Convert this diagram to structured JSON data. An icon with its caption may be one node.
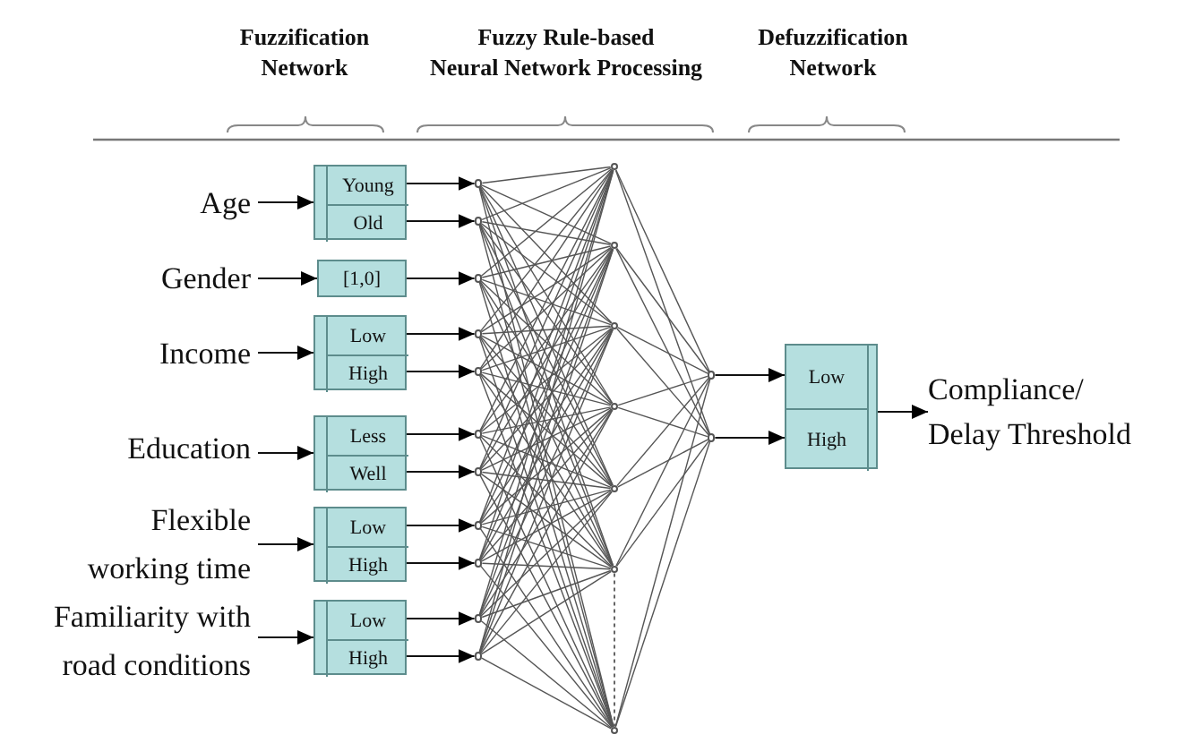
{
  "diagram": {
    "nodes": [
      {
        "text": [
          "Age"
        ]
      },
      {
        "text": [
          "Gender"
        ]
      },
      {
        "text": [
          "Income"
        ]
      },
      {
        "text": [
          "Education"
        ]
      },
      {
        "text": [
          "Flexible working time"
        ]
      },
      {
        "text": [
          "Familiarity with road conditions"
        ]
      },
      {
        "text": [],
        "shape": "box"
      },
      {
        "text": [
          "Young"
        ],
        "in": 6
      },
      {
        "text": [
          "Old"
        ],
        "in": 6
      },
      {
        "text": [
          "[1,0]"
        ]
      },
      {
        "text": [],
        "shape": "box"
      },
      {
        "text": [
          "Low"
        ],
        "in": 10
      },
      {
        "text": [
          "High"
        ],
        "in": 10
      },
      {
        "text": [],
        "shape": "box"
      },
      {
        "text": [
          "Less"
        ],
        "in": 13
      },
      {
        "text": [
          "Well"
        ],
        "in": 13
      },
      {
        "text": [],
        "shape": "box"
      },
      {
        "text": [
          "Low"
        ],
        "in": 16
      },
      {
        "text": [
          "High"
        ],
        "in": 16
      },
      {
        "text": [],
        "shape": "box"
      },
      {
        "text": [
          "Low"
        ],
        "in": 19
      },
      {
        "text": [
          "High"
        ],
        "in": 19
      },
      {
        "text": [],
        "shape": "circle"
      },
      {
        "text": [],
        "shape": "circle"
      },
      {
        "text": [],
        "shape": "circle"
      },
      {
        "text": [],
        "shape": "circle"
      },
      {
        "text": [],
        "shape": "circle"
      },
      {
        "text": [],
        "shape": "circle"
      },
      {
        "text": [],
        "shape": "circle"
      },
      {
        "text": [],
        "shape": "circle"
      },
      {
        "text": [],
        "shape": "circle"
      },
      {
        "text": [],
        "shape": "circle"
      },
      {
        "text": [],
        "shape": "circle"
      },
      {
        "text": [],
        "shape": "circle"
      },
      {
        "text": [],
        "shape": "circle"
      },
      {
        "text": [],
        "shape": "circle"
      },
      {
        "text": [],
        "shape": "circle"
      },
      {
        "text": [],
        "shape": "circle"
      },
      {
        "text": [],
        "shape": "circle"
      },
      {
        "text": [],
        "shape": "circle"
      },
      {
        "text": [],
        "shape": "circle"
      },
      {
        "text": [],
        "shape": "circle"
      },
      {
        "text": [],
        "shape": "box"
      },
      {
        "text": [
          "Low"
        ],
        "in": 42
      },
      {
        "text": [
          "High"
        ],
        "in": 42
      },
      {
        "text": [
          "Compliance/ Delay Threshold"
        ]
      }
    ],
    "edges": [
      {
        "from": 0,
        "to": 6,
        "arrow": "to"
      },
      {
        "from": 1,
        "to": 9,
        "arrow": "to"
      },
      {
        "from": 2,
        "to": 10,
        "arrow": "to"
      },
      {
        "from": 3,
        "to": 13,
        "arrow": "to"
      },
      {
        "from": 4,
        "to": 16,
        "arrow": "to"
      },
      {
        "from": 5,
        "to": 19,
        "arrow": "to"
      },
      {
        "from": 7,
        "to": 22,
        "arrow": "to"
      },
      {
        "from": 8,
        "to": 23,
        "arrow": "to"
      },
      {
        "from": 9,
        "to": 24,
        "arrow": "to"
      },
      {
        "from": 11,
        "to": 25,
        "arrow": "to"
      },
      {
        "from": 12,
        "to": 26,
        "arrow": "to"
      },
      {
        "from": 14,
        "to": 27,
        "arrow": "to"
      },
      {
        "from": 15,
        "to": 28,
        "arrow": "to"
      },
      {
        "from": 17,
        "to": 29,
        "arrow": "to"
      },
      {
        "from": 18,
        "to": 30,
        "arrow": "to"
      },
      {
        "from": 20,
        "to": 31,
        "arrow": "to"
      },
      {
        "from": 21,
        "to": 32,
        "arrow": "to"
      },
      {
        "from": 22,
        "to": 33,
        "arrow": "none"
      },
      {
        "from": 22,
        "to": 34,
        "arrow": "none"
      },
      {
        "from": 22,
        "to": 35,
        "arrow": "none"
      },
      {
        "from": 22,
        "to": 36,
        "arrow": "none"
      },
      {
        "from": 22,
        "to": 37,
        "arrow": "none"
      },
      {
        "from": 22,
        "to": 38,
        "arrow": "none"
      },
      {
        "from": 22,
        "to": 39,
        "arrow": "none"
      },
      {
        "from": 23,
        "to": 33,
        "arrow": "none"
      },
      {
        "from": 23,
        "to": 34,
        "arrow": "none"
      },
      {
        "from": 23,
        "to": 35,
        "arrow": "none"
      },
      {
        "from": 23,
        "to": 36,
        "arrow": "none"
      },
      {
        "from": 23,
        "to": 37,
        "arrow": "none"
      },
      {
        "from": 23,
        "to": 38,
        "arrow": "none"
      },
      {
        "from": 23,
        "to": 39,
        "arrow": "none"
      },
      {
        "from": 24,
        "to": 33,
        "arrow": "none"
      },
      {
        "from": 24,
        "to": 34,
        "arrow": "none"
      },
      {
        "from": 24,
        "to": 35,
        "arrow": "none"
      },
      {
        "from": 24,
        "to": 36,
        "arrow": "none"
      },
      {
        "from": 24,
        "to": 37,
        "arrow": "none"
      },
      {
        "from": 24,
        "to": 38,
        "arrow": "none"
      },
      {
        "from": 24,
        "to": 39,
        "arrow": "none"
      },
      {
        "from": 25,
        "to": 33,
        "arrow": "none"
      },
      {
        "from": 25,
        "to": 34,
        "arrow": "none"
      },
      {
        "from": 25,
        "to": 35,
        "arrow": "none"
      },
      {
        "from": 25,
        "to": 36,
        "arrow": "none"
      },
      {
        "from": 25,
        "to": 37,
        "arrow": "none"
      },
      {
        "from": 25,
        "to": 38,
        "arrow": "none"
      },
      {
        "from": 25,
        "to": 39,
        "arrow": "none"
      },
      {
        "from": 26,
        "to": 33,
        "arrow": "none"
      },
      {
        "from": 26,
        "to": 34,
        "arrow": "none"
      },
      {
        "from": 26,
        "to": 35,
        "arrow": "none"
      },
      {
        "from": 26,
        "to": 36,
        "arrow": "none"
      },
      {
        "from": 26,
        "to": 37,
        "arrow": "none"
      },
      {
        "from": 26,
        "to": 38,
        "arrow": "none"
      },
      {
        "from": 26,
        "to": 39,
        "arrow": "none"
      },
      {
        "from": 27,
        "to": 33,
        "arrow": "none"
      },
      {
        "from": 27,
        "to": 34,
        "arrow": "none"
      },
      {
        "from": 27,
        "to": 35,
        "arrow": "none"
      },
      {
        "from": 27,
        "to": 36,
        "arrow": "none"
      },
      {
        "from": 27,
        "to": 37,
        "arrow": "none"
      },
      {
        "from": 27,
        "to": 38,
        "arrow": "none"
      },
      {
        "from": 27,
        "to": 39,
        "arrow": "none"
      },
      {
        "from": 28,
        "to": 33,
        "arrow": "none"
      },
      {
        "from": 28,
        "to": 34,
        "arrow": "none"
      },
      {
        "from": 28,
        "to": 35,
        "arrow": "none"
      },
      {
        "from": 28,
        "to": 36,
        "arrow": "none"
      },
      {
        "from": 28,
        "to": 37,
        "arrow": "none"
      },
      {
        "from": 28,
        "to": 38,
        "arrow": "none"
      },
      {
        "from": 28,
        "to": 39,
        "arrow": "none"
      },
      {
        "from": 29,
        "to": 33,
        "arrow": "none"
      },
      {
        "from": 29,
        "to": 34,
        "arrow": "none"
      },
      {
        "from": 29,
        "to": 35,
        "arrow": "none"
      },
      {
        "from": 29,
        "to": 36,
        "arrow": "none"
      },
      {
        "from": 29,
        "to": 37,
        "arrow": "none"
      },
      {
        "from": 29,
        "to": 38,
        "arrow": "none"
      },
      {
        "from": 29,
        "to": 39,
        "arrow": "none"
      },
      {
        "from": 30,
        "to": 33,
        "arrow": "none"
      },
      {
        "from": 30,
        "to": 34,
        "arrow": "none"
      },
      {
        "from": 30,
        "to": 35,
        "arrow": "none"
      },
      {
        "from": 30,
        "to": 36,
        "arrow": "none"
      },
      {
        "from": 30,
        "to": 37,
        "arrow": "none"
      },
      {
        "from": 30,
        "to": 38,
        "arrow": "none"
      },
      {
        "from": 30,
        "to": 39,
        "arrow": "none"
      },
      {
        "from": 31,
        "to": 33,
        "arrow": "none"
      },
      {
        "from": 31,
        "to": 34,
        "arrow": "none"
      },
      {
        "from": 31,
        "to": 35,
        "arrow": "none"
      },
      {
        "from": 31,
        "to": 36,
        "arrow": "none"
      },
      {
        "from": 31,
        "to": 37,
        "arrow": "none"
      },
      {
        "from": 31,
        "to": 38,
        "arrow": "none"
      },
      {
        "from": 31,
        "to": 39,
        "arrow": "none"
      },
      {
        "from": 32,
        "to": 33,
        "arrow": "none"
      },
      {
        "from": 32,
        "to": 34,
        "arrow": "none"
      },
      {
        "from": 32,
        "to": 35,
        "arrow": "none"
      },
      {
        "from": 32,
        "to": 36,
        "arrow": "none"
      },
      {
        "from": 32,
        "to": 37,
        "arrow": "none"
      },
      {
        "from": 32,
        "to": 38,
        "arrow": "none"
      },
      {
        "from": 32,
        "to": 39,
        "arrow": "none"
      },
      {
        "from": 38,
        "to": 39,
        "arrow": "none",
        "style": "dashed"
      },
      {
        "from": 33,
        "to": 40,
        "arrow": "none"
      },
      {
        "from": 33,
        "to": 41,
        "arrow": "none"
      },
      {
        "from": 34,
        "to": 40,
        "arrow": "none"
      },
      {
        "from": 34,
        "to": 41,
        "arrow": "none"
      },
      {
        "from": 35,
        "to": 40,
        "arrow": "none"
      },
      {
        "from": 35,
        "to": 41,
        "arrow": "none"
      },
      {
        "from": 36,
        "to": 40,
        "arrow": "none"
      },
      {
        "from": 36,
        "to": 41,
        "arrow": "none"
      },
      {
        "from": 37,
        "to": 40,
        "arrow": "none"
      },
      {
        "from": 37,
        "to": 41,
        "arrow": "none"
      },
      {
        "from": 38,
        "to": 40,
        "arrow": "none"
      },
      {
        "from": 38,
        "to": 41,
        "arrow": "none"
      },
      {
        "from": 39,
        "to": 40,
        "arrow": "none"
      },
      {
        "from": 39,
        "to": 41,
        "arrow": "none"
      },
      {
        "from": 40,
        "to": 43,
        "arrow": "to"
      },
      {
        "from": 41,
        "to": 44,
        "arrow": "to"
      },
      {
        "from": 42,
        "to": 45,
        "arrow": "to"
      }
    ],
    "labels": [
      "Fuzzification Network",
      "Fuzzy Rule-based Neural Network Processing",
      "Defuzzification Network"
    ]
  }
}
